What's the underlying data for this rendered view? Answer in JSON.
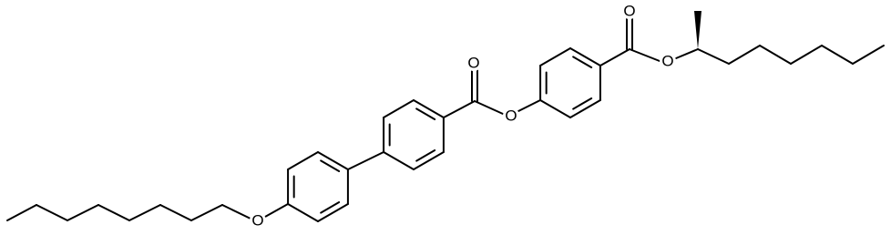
{
  "atoms": {
    "o_ether_left": "O",
    "o_carbonyl_mid": "O",
    "o_ester_mid": "O",
    "o_carbonyl_right": "O",
    "o_ester_right": "O"
  },
  "colors": {
    "bond": "#000000",
    "background": "#ffffff"
  }
}
